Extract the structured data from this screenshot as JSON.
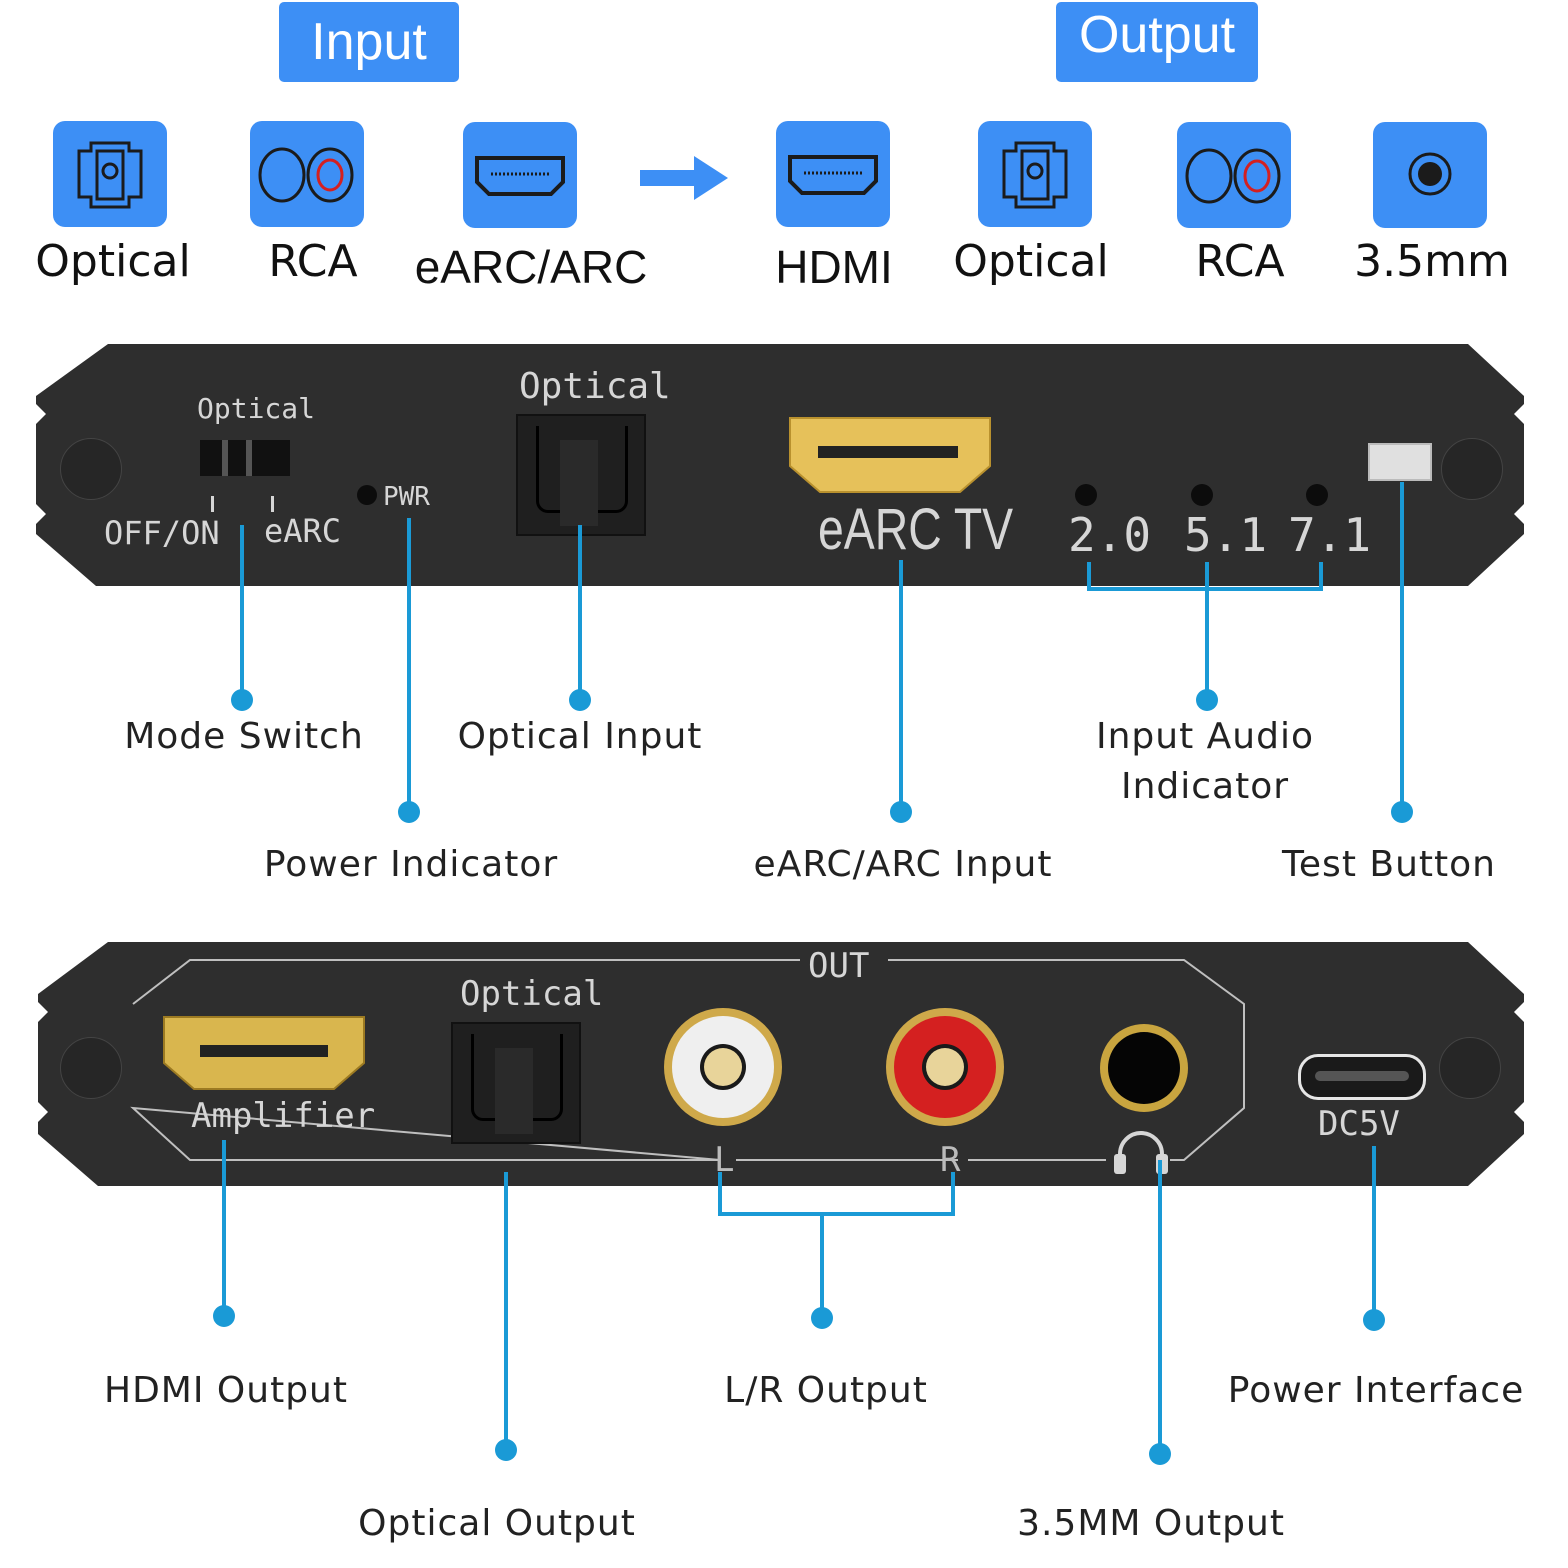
{
  "header": {
    "input_tag": "Input",
    "output_tag": "Output"
  },
  "input_ports": [
    {
      "label": "Optical",
      "icon": "optical-port-icon"
    },
    {
      "label": "RCA",
      "icon": "rca-port-icon"
    },
    {
      "label": "eARC/ARC",
      "icon": "hdmi-port-icon"
    }
  ],
  "output_ports": [
    {
      "label": "HDMI",
      "icon": "hdmi-port-icon"
    },
    {
      "label": "Optical",
      "icon": "optical-port-icon"
    },
    {
      "label": "RCA",
      "icon": "rca-port-icon"
    },
    {
      "label": "3.5mm",
      "icon": "audio-jack-icon"
    }
  ],
  "front_panel": {
    "switch_top_label": "Optical",
    "switch_left_label": "OFF/ON",
    "switch_right_label": "eARC",
    "pwr_label": "PWR",
    "optical_label": "Optical",
    "hdmi_label": "eARC TV",
    "indicators": [
      "2.0",
      "5.1",
      "7.1"
    ]
  },
  "front_callouts": {
    "mode_switch": "Mode Switch",
    "optical_input": "Optical Input",
    "input_audio_indicator": "Input Audio Indicator",
    "power_indicator": "Power Indicator",
    "earc_input": "eARC/ARC Input",
    "test_button": "Test Button"
  },
  "back_panel": {
    "out_label": "OUT",
    "amplifier_label": "Amplifier",
    "optical_label": "Optical",
    "left_label": "L",
    "right_label": "R",
    "dc_label": "DC5V"
  },
  "back_callouts": {
    "hdmi_output": "HDMI Output",
    "lr_output": "L/R Output",
    "power_interface": "Power Interface",
    "optical_output": "Optical Output",
    "jack_output": "3.5MM Output"
  },
  "colors": {
    "accent_blue": "#3d8ff5",
    "line_blue": "#1a9ad6",
    "panel": "#2e2e2e",
    "gold": "#e6c15a",
    "rca_red": "#d42020"
  }
}
